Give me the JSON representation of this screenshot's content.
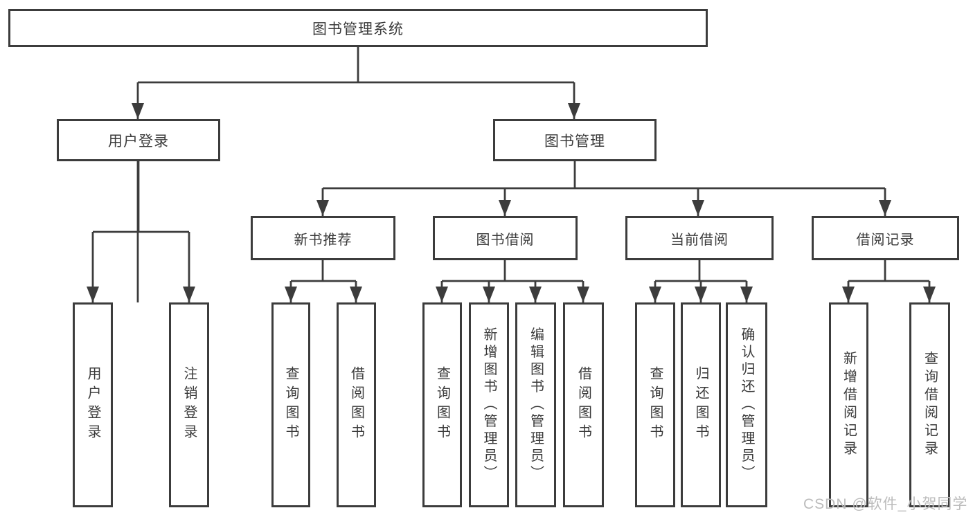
{
  "diagram": {
    "root": {
      "label": "图书管理系统"
    },
    "branches": [
      {
        "label": "用户登录",
        "leaves": [
          {
            "label": "用户登录"
          },
          {
            "label": "注销登录"
          }
        ]
      },
      {
        "label": "图书管理",
        "groups": [
          {
            "label": "新书推荐",
            "leaves": [
              {
                "label": "查询图书"
              },
              {
                "label": "借阅图书"
              }
            ]
          },
          {
            "label": "图书借阅",
            "leaves": [
              {
                "label": "查询图书"
              },
              {
                "label": "新增图书（管理员）"
              },
              {
                "label": "编辑图书（管理员）"
              },
              {
                "label": "借阅图书"
              }
            ]
          },
          {
            "label": "当前借阅",
            "leaves": [
              {
                "label": "查询图书"
              },
              {
                "label": "归还图书"
              },
              {
                "label": "确认归还（管理员）"
              }
            ]
          },
          {
            "label": "借阅记录",
            "leaves": [
              {
                "label": "新增借阅记录"
              },
              {
                "label": "查询借阅记录"
              }
            ]
          }
        ]
      }
    ]
  },
  "watermark": {
    "text": "CSDN @软件_小贺同学"
  },
  "colors": {
    "line": "#3c3c3c",
    "text": "#3a3a3a",
    "watermark": "#bcbcbc",
    "background": "#ffffff"
  }
}
